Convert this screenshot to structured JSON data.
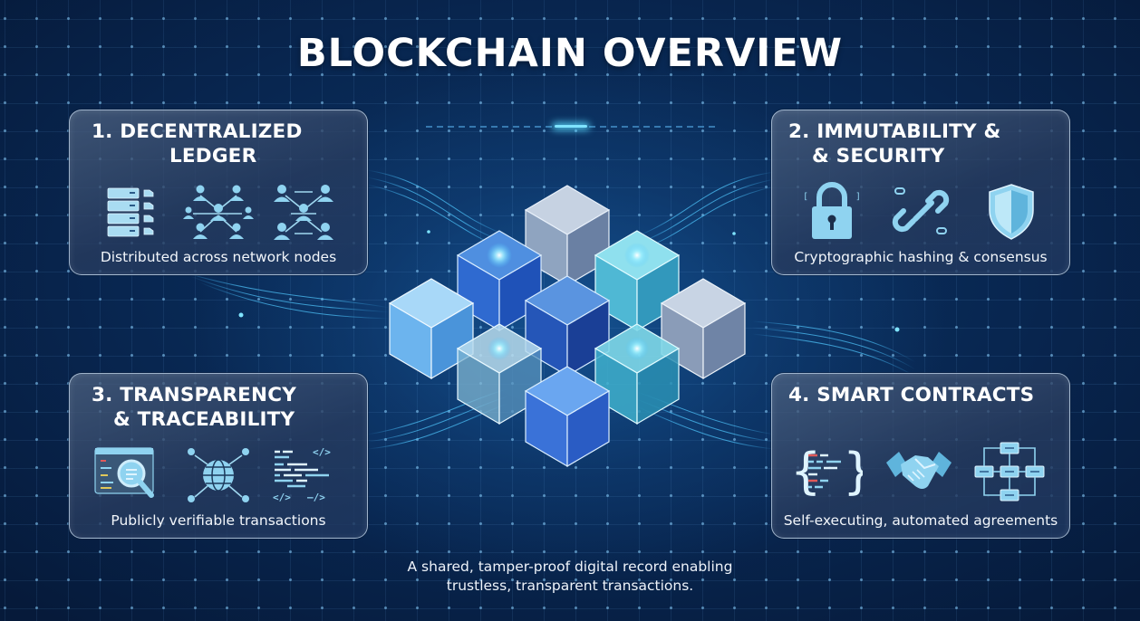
{
  "title": "BLOCKCHAIN OVERVIEW",
  "colors": {
    "background": "#0a2a55",
    "accent": "#5fd0ff",
    "icon_fill": "#8fd3f0",
    "card_border": "#c8dcf0"
  },
  "cards": [
    {
      "number": "1.",
      "title_line1": "1.  DECENTRALIZED",
      "title_line2": "LEDGER",
      "description": "Distributed across network nodes",
      "icons": [
        "server-stack-icon",
        "peer-network-icon",
        "hub-network-icon"
      ]
    },
    {
      "number": "2.",
      "title_line1": "2. IMMUTABILITY &",
      "title_line2": "& SECURITY",
      "description": "Cryptographic hashing & consensus",
      "icons": [
        "padlock-icon",
        "chain-link-icon",
        "shield-icon"
      ]
    },
    {
      "number": "3.",
      "title_line1": "3. TRANSPARENCY",
      "title_line2": "& TRACEABILITY",
      "description": "Publicly verifiable transactions",
      "icons": [
        "magnifier-browser-icon",
        "globe-network-icon",
        "code-lines-icon"
      ]
    },
    {
      "number": "4.",
      "title_line1": "4. SMART CONTRACTS",
      "title_line2": "",
      "description": "Self-executing, automated agreements",
      "icons": [
        "code-braces-icon",
        "handshake-icon",
        "flowchart-icon"
      ]
    }
  ],
  "center_graphic": {
    "type": "isometric-block-cluster",
    "block_count": 9
  },
  "caption": {
    "line1": "A shared, tamper-proof digital record enabling",
    "line2": "trustless, transparent transactions."
  }
}
